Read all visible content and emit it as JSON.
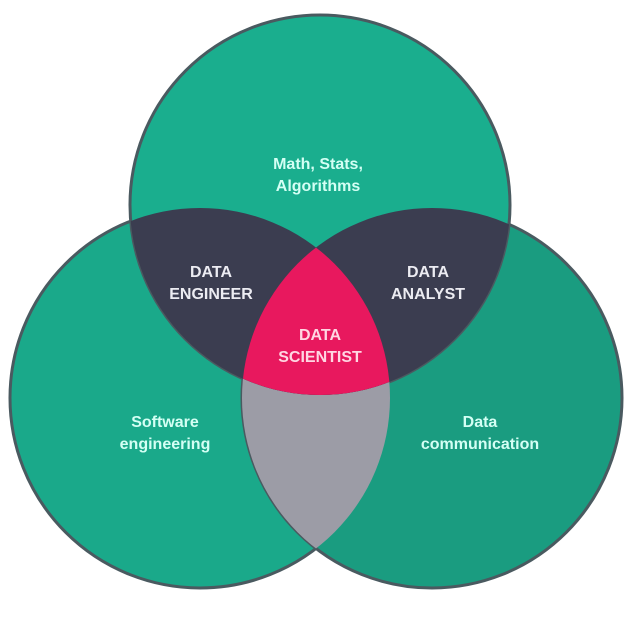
{
  "title": "Data Science Venn Diagram",
  "circles": {
    "top": {
      "line1": "Math, Stats,",
      "line2": "Algorithms"
    },
    "left": {
      "line1": "Software",
      "line2": "engineering"
    },
    "right": {
      "line1": "Data",
      "line2": "communication"
    }
  },
  "overlaps": {
    "top_left": {
      "line1": "DATA",
      "line2": "ENGINEER"
    },
    "top_right": {
      "line1": "DATA",
      "line2": "ANALYST"
    },
    "center": {
      "line1": "DATA",
      "line2": "SCIENTIST"
    }
  },
  "colors": {
    "circle": "#1aa98a",
    "circle_right": "#1a9c80",
    "top_overlap": "#3b3d50",
    "bottom_overlap": "#9c9ca6",
    "center": "#e8185e"
  }
}
